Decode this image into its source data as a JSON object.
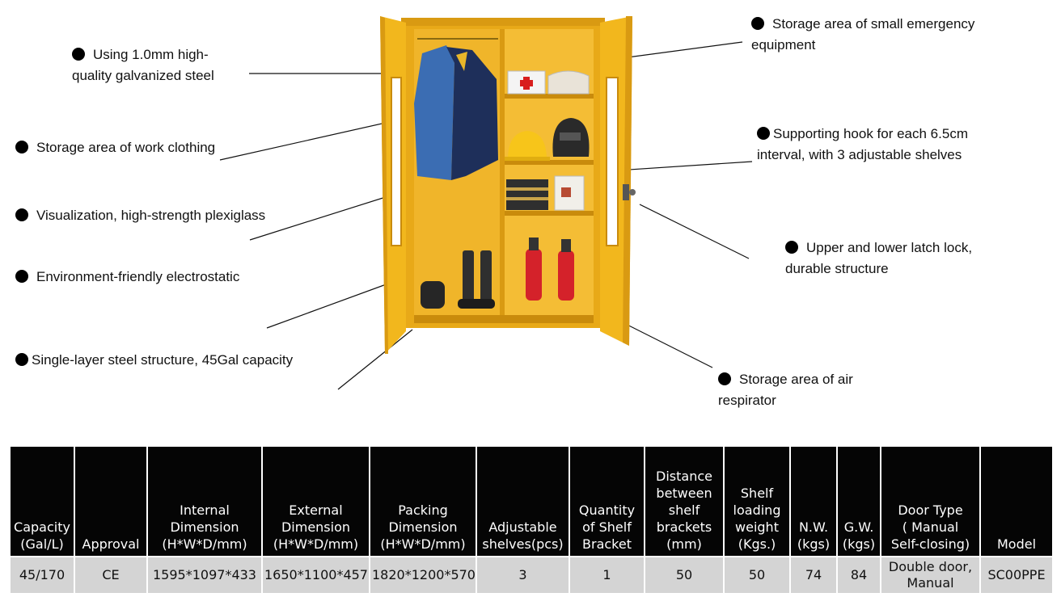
{
  "callouts": {
    "galvanized_steel": "Using 1.0mm high-\nquality galvanized steel",
    "work_clothing": "Storage area of work clothing",
    "plexiglass": "Visualization, high-strength plexiglass",
    "electrostatic": "Environment-friendly electrostatic",
    "steel_structure": "Single-layer steel structure, 45Gal capacity",
    "emergency_equipment": "Storage area of small emergency\nequipment",
    "supporting_hook": "Supporting hook for each 6.5cm\ninterval, with 3 adjustable shelves",
    "latch_lock": "Upper and lower latch lock,\ndurable structure",
    "air_respirator": "Storage area of air\nrespirator"
  },
  "table": {
    "headers": [
      "Capacity\n(Gal/L)",
      "Approval",
      "Internal\nDimension\n(H*W*D/mm)",
      "External\nDimension\n(H*W*D/mm)",
      "Packing\nDimension\n(H*W*D/mm)",
      "Adjustable\nshelves(pcs)",
      "Quantity\nof Shelf\nBracket",
      "Distance\nbetween\nshelf\nbrackets\n(mm)",
      "Shelf\nloading\nweight\n(Kgs.)",
      "N.W.\n(kgs)",
      "G.W.\n(kgs)",
      "Door Type\n( Manual\nSelf-closing)",
      "Model"
    ],
    "row": [
      "45/170",
      "CE",
      "1595*1097*433",
      "1650*1100*457",
      "1820*1200*570",
      "3",
      "1",
      "50",
      "50",
      "74",
      "84",
      "Double door,\nManual",
      "SC00PPE"
    ]
  },
  "colors": {
    "cabinet_yellow": "#f2b71d",
    "cabinet_shadow": "#d99a12",
    "header_bg": "#050505",
    "cell_bg": "#d4d4d4"
  }
}
